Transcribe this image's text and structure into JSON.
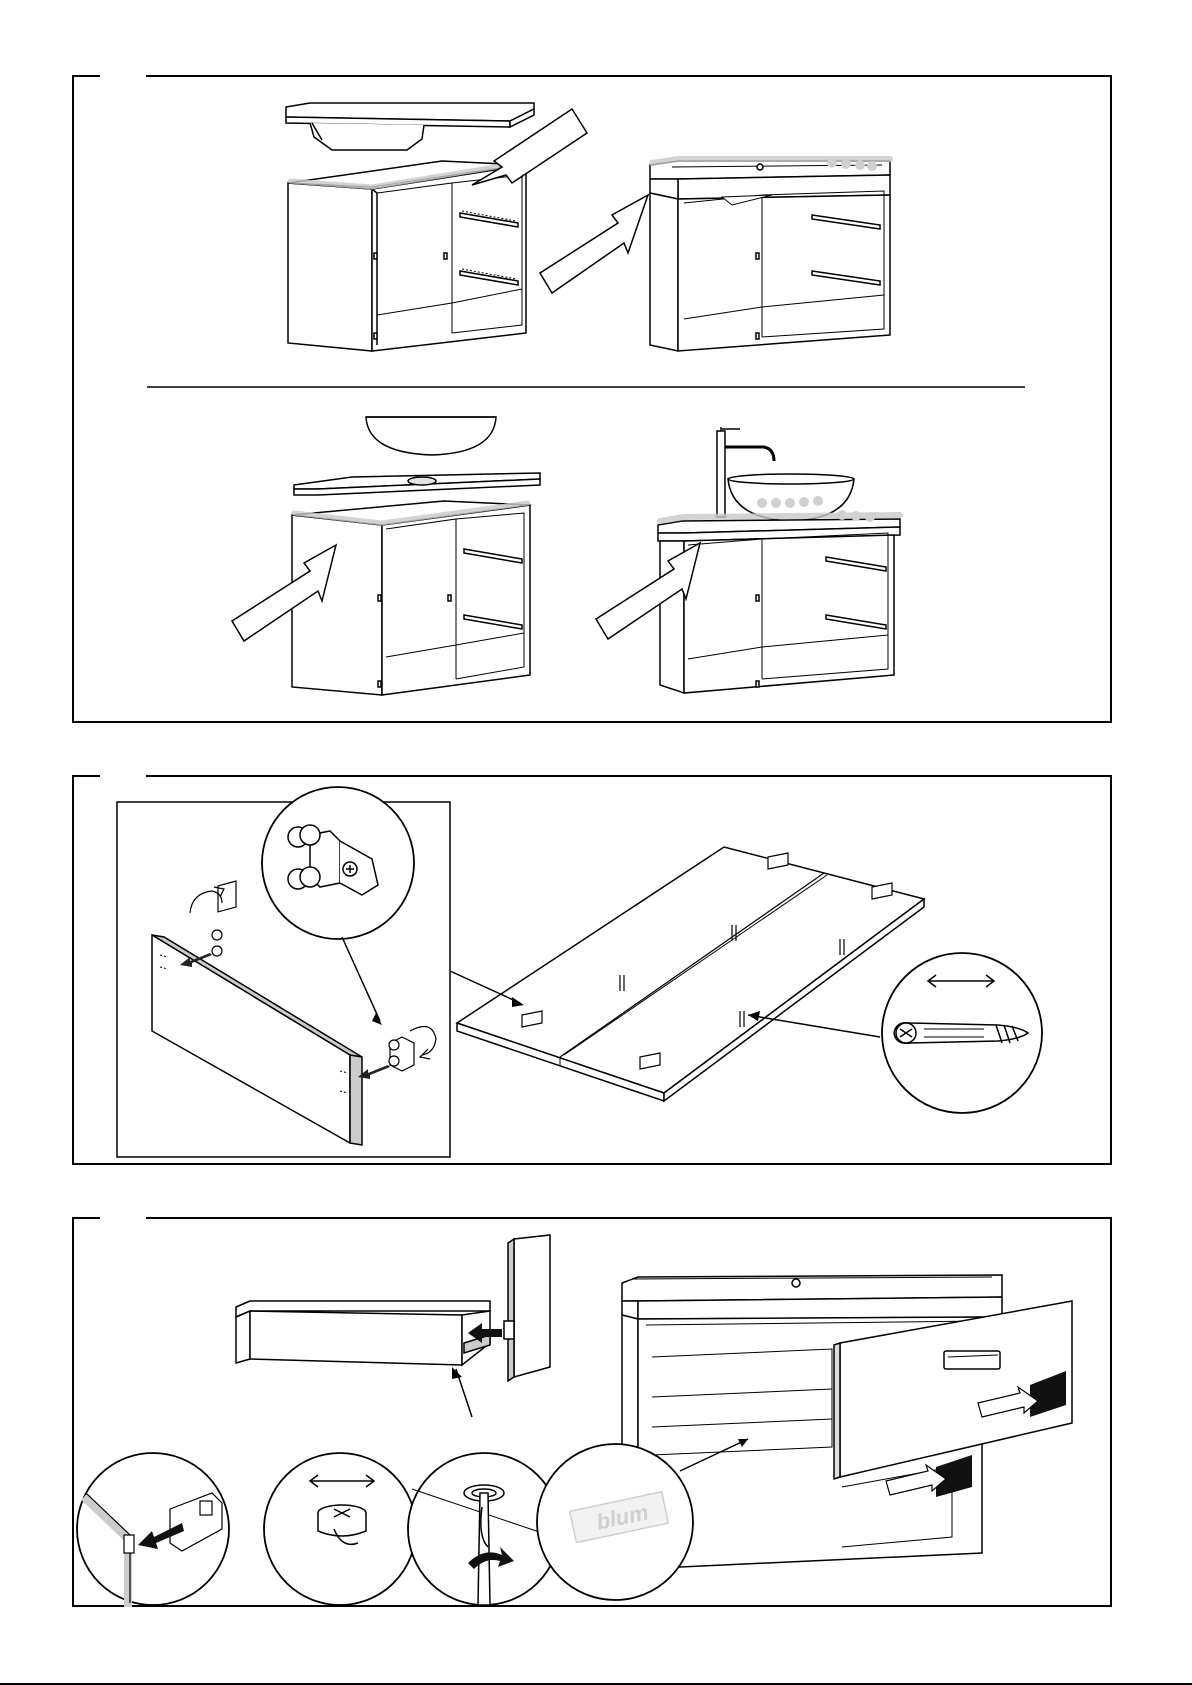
{
  "document": {
    "type": "assembly-instructions",
    "steps": [
      {
        "id": "step-sink-mounting",
        "description_visible": false
      },
      {
        "id": "step-drawer-front-fittings",
        "description_visible": false
      },
      {
        "id": "step-drawer-front-attachment",
        "description_visible": false
      }
    ]
  },
  "brand": {
    "logo_text": "blum"
  },
  "colors": {
    "line": "#000000",
    "glue_marker": "#c8c8c8",
    "label_fill": "#d9d9d9",
    "panel_fill": "#ffffff",
    "arrow_fill": "#222222"
  },
  "icons": [
    "glue-applicator-icon",
    "rotate-arrow-icon",
    "double-arrow-icon",
    "push-arrow-icon",
    "screwdriver-icon"
  ]
}
